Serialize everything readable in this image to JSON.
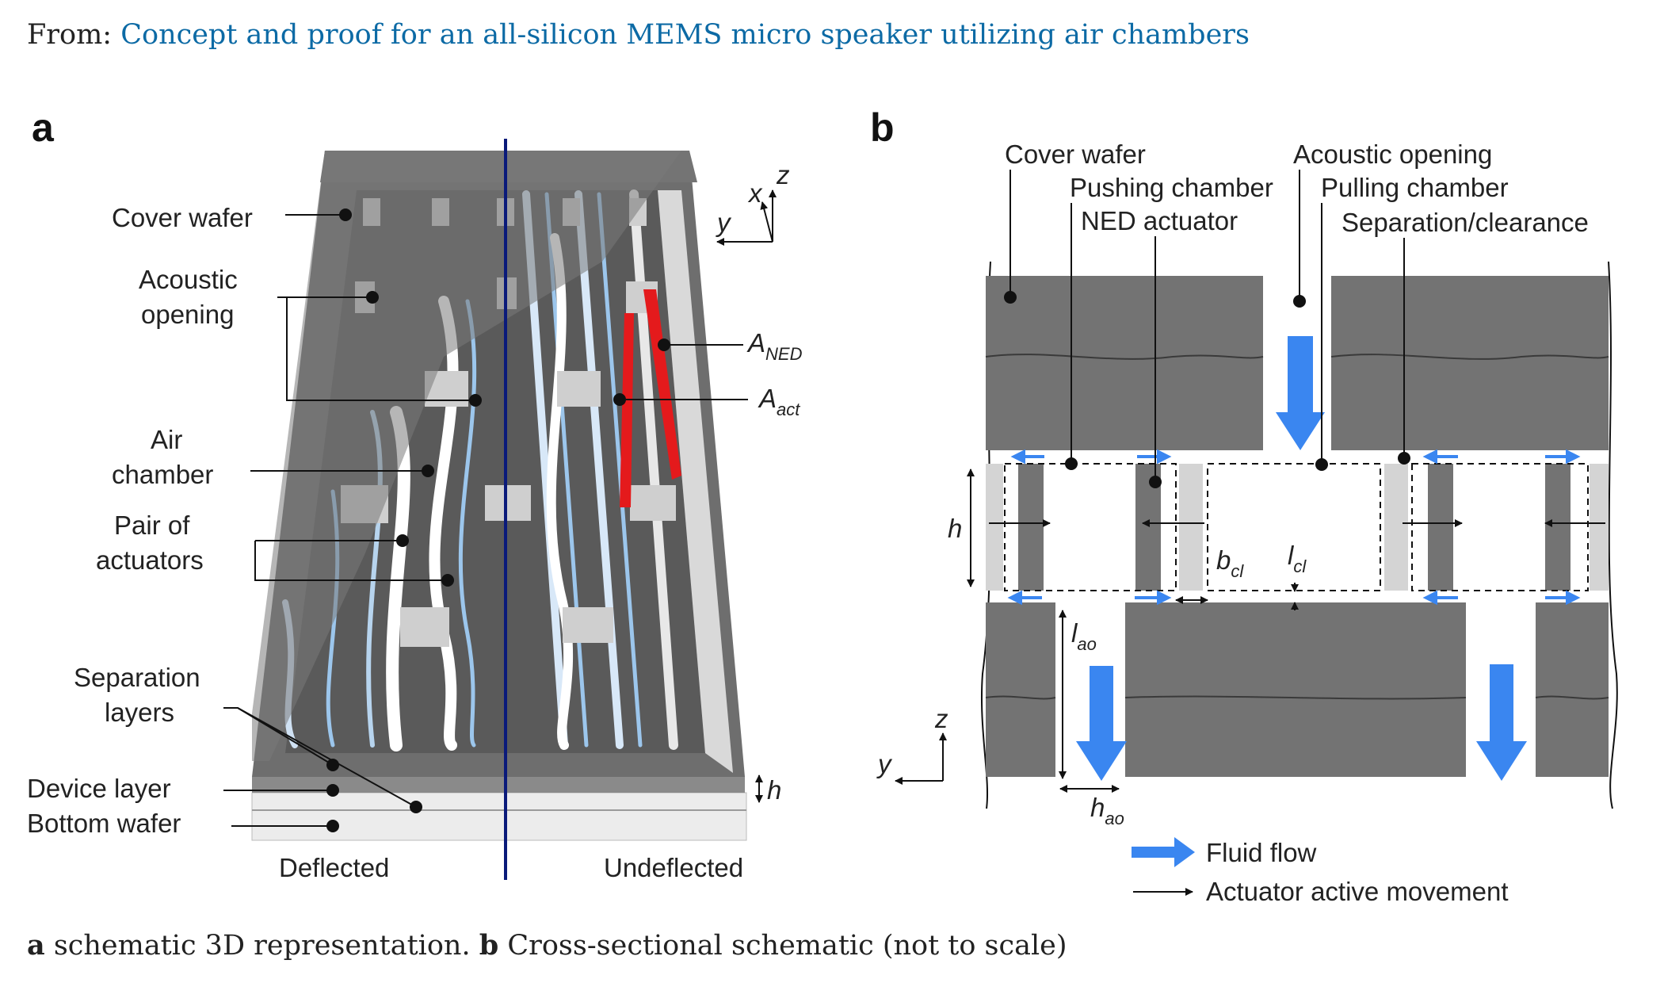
{
  "header": {
    "from_prefix": "From:",
    "article_title": "Concept and proof for an all-silicon MEMS micro speaker utilizing air chambers"
  },
  "panel_a": {
    "letter": "a",
    "labels": {
      "cover_wafer": "Cover wafer",
      "acoustic_opening_1": "Acoustic",
      "acoustic_opening_2": "opening",
      "air_chamber_1": "Air",
      "air_chamber_2": "chamber",
      "pair_actuators_1": "Pair of",
      "pair_actuators_2": "actuators",
      "separation_1": "Separation",
      "separation_2": "layers",
      "device_layer": "Device layer",
      "bottom_wafer": "Bottom wafer",
      "deflected": "Deflected",
      "undeflected": "Undeflected",
      "a_ned": "A",
      "a_ned_sub": "NED",
      "a_act": "A",
      "a_act_sub": "act",
      "h": "h",
      "axis_x": "x",
      "axis_y": "y",
      "axis_z": "z"
    }
  },
  "panel_b": {
    "letter": "b",
    "labels": {
      "cover_wafer": "Cover wafer",
      "pushing_chamber": "Pushing chamber",
      "ned_actuator": "NED actuator",
      "acoustic_opening": "Acoustic opening",
      "pulling_chamber": "Pulling chamber",
      "separation_clearance": "Separation/clearance",
      "h": "h",
      "b": "b",
      "b_sub": "cl",
      "l": "l",
      "l_sub": "cl",
      "lao": "l",
      "lao_sub": "ao",
      "hao": "h",
      "hao_sub": "ao",
      "axis_y": "y",
      "axis_z": "z",
      "legend_fluid": "Fluid flow",
      "legend_actuator": "Actuator active movement"
    }
  },
  "caption": {
    "a_letter": "a",
    "a_text": " schematic 3D representation. ",
    "b_letter": "b",
    "b_text": " Cross-sectional schematic (not to scale)"
  },
  "colors": {
    "link": "#0c6aa5",
    "silicon": "#737373",
    "fluid_arrow": "#3a86f0",
    "actuator_red": "#e41a1c",
    "divider": "#0a1a7a"
  }
}
